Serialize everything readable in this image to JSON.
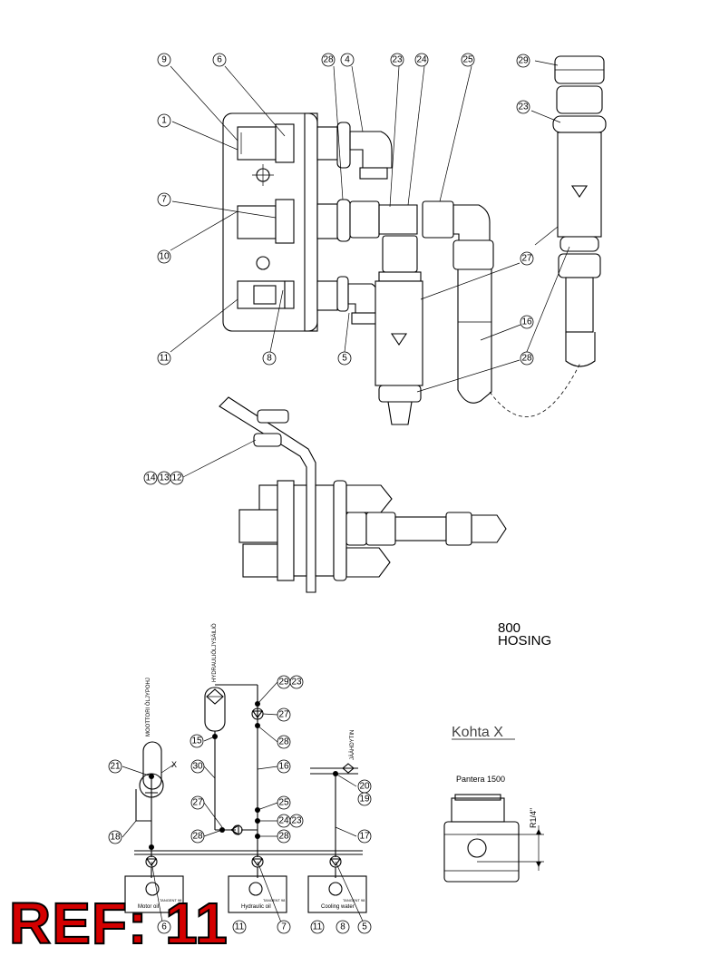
{
  "title_block": {
    "line1": "800",
    "line2": "HOSING"
  },
  "detail": {
    "title": "Kohta X",
    "subtitle": "Pantera 1500",
    "thread": "R1/4\""
  },
  "schematic": {
    "vertical_labels": {
      "motor_oil_tank": "MOOTTORI ÖLJYPOHJ",
      "hydraulic_tank": "HYDRAULIÖLJYSÄILIÖ",
      "coolant": "JÄÄHDYTIN"
    },
    "x_marker": "X",
    "gauge_labels": {
      "motor": "Motor oil",
      "hydraulic": "Hydraulic oil",
      "cooling": "Cooling water"
    },
    "gauge_tiny": "TANGENT 98"
  },
  "ref_label": "REF: 11",
  "callouts": {
    "top": [
      "9",
      "6",
      "28",
      "4",
      "23",
      "24",
      "25",
      "29",
      "23",
      "1",
      "7",
      "10",
      "27",
      "11",
      "8",
      "5",
      "16",
      "28"
    ],
    "mid": [
      "14",
      "13",
      "12"
    ],
    "schem": [
      "29",
      "23",
      "27",
      "28",
      "15",
      "16",
      "21",
      "30",
      "25",
      "20",
      "19",
      "18",
      "27",
      "24",
      "23",
      "28",
      "28",
      "17",
      "11",
      "6",
      "7",
      "11",
      "8",
      "5"
    ]
  }
}
